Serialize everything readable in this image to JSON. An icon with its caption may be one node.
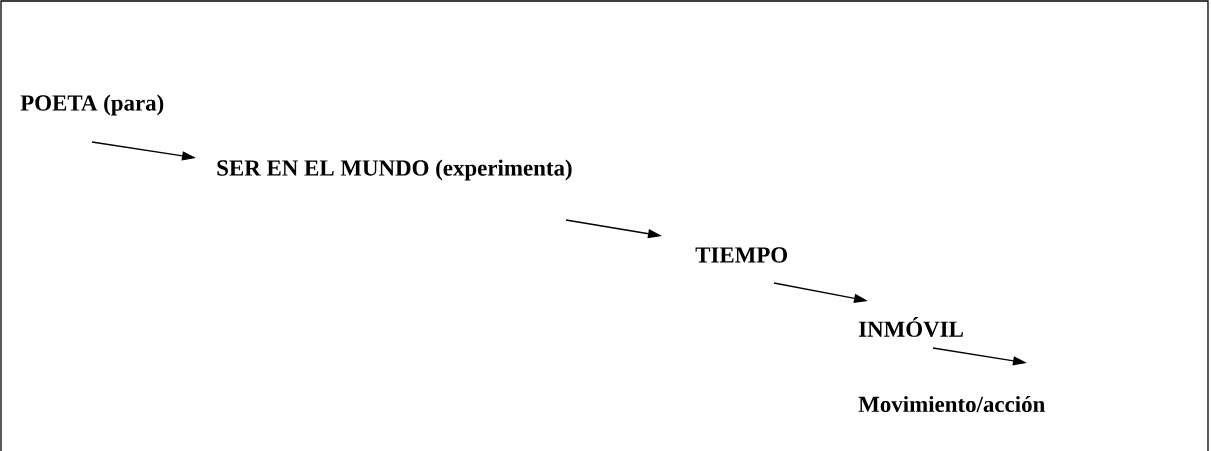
{
  "diagram": {
    "nodes": [
      {
        "text": [
          "POETA (para)"
        ]
      },
      {
        "text": [
          "SER EN EL MUNDO (experimenta)"
        ]
      },
      {
        "text": [
          "TIEMPO"
        ]
      },
      {
        "text": [
          "INMÓVIL"
        ]
      },
      {
        "text": [
          "Movimiento/acción"
        ]
      }
    ],
    "edges": [
      {
        "from": 0,
        "to": 1,
        "arrow": "to"
      },
      {
        "from": 1,
        "to": 2,
        "arrow": "to"
      },
      {
        "from": 2,
        "to": 3,
        "arrow": "to"
      },
      {
        "from": 3,
        "to": 4,
        "arrow": "to"
      }
    ]
  }
}
